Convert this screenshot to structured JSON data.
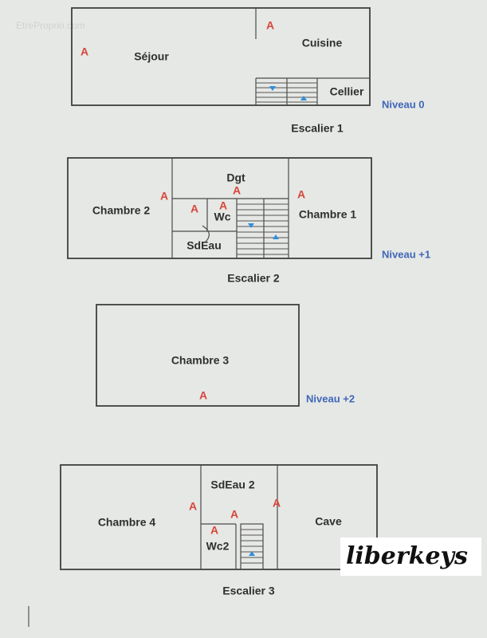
{
  "watermark": "EtreProprio.com",
  "logo": "liberkeys",
  "levels": [
    {
      "label": "Niveau 0"
    },
    {
      "label": "Niveau +1"
    },
    {
      "label": "Niveau +2"
    }
  ],
  "staircases": [
    {
      "label": "Escalier 1"
    },
    {
      "label": "Escalier 2"
    },
    {
      "label": "Escalier 3"
    }
  ],
  "rooms": {
    "sejour": "Séjour",
    "cuisine": "Cuisine",
    "cellier": "Cellier",
    "chambre_2": "Chambre 2",
    "dgt": "Dgt",
    "chambre_1": "Chambre 1",
    "wc": "Wc",
    "sdeau": "SdEau",
    "chambre_3": "Chambre 3",
    "chambre_4": "Chambre 4",
    "sdeau_2": "SdEau 2",
    "cave": "Cave",
    "wc2": "Wc2"
  },
  "marker_text": "A",
  "colors": {
    "background": "#e6e8e5",
    "walls": "#3f3f3f",
    "marker": "#d8473c",
    "level_label": "#3e66b8",
    "stair_arrow": "#2f8fdc"
  }
}
